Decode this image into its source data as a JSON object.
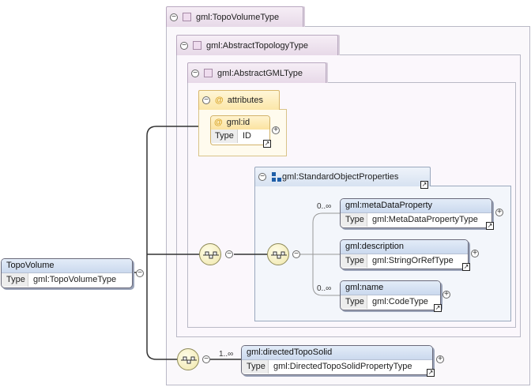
{
  "types": {
    "topo_volume_type": "gml:TopoVolumeType",
    "abstract_topology_type": "gml:AbstractTopologyType",
    "abstract_gml_type": "gml:AbstractGMLType"
  },
  "attributes": {
    "label": "attributes",
    "id_attr": {
      "name": "gml:id",
      "type_key": "Type",
      "type_value": "ID"
    }
  },
  "standard_object_properties": {
    "label": "gml:StandardObjectProperties",
    "elements": [
      {
        "name": "gml:metaDataProperty",
        "type_key": "Type",
        "type_value": "gml:MetaDataPropertyType",
        "cardinality": "0..∞"
      },
      {
        "name": "gml:description",
        "type_key": "Type",
        "type_value": "gml:StringOrRefType",
        "cardinality": ""
      },
      {
        "name": "gml:name",
        "type_key": "Type",
        "type_value": "gml:CodeType",
        "cardinality": "0..∞"
      }
    ]
  },
  "root": {
    "name": "TopoVolume",
    "type_key": "Type",
    "type_value": "gml:TopoVolumeType"
  },
  "directed_topo_solid": {
    "name": "gml:directedTopoSolid",
    "type_key": "Type",
    "type_value": "gml:DirectedTopoSolidPropertyType",
    "cardinality": "1..∞"
  },
  "glyphs": {
    "collapse": "−",
    "expand": "+",
    "link": "↗",
    "at": "@"
  },
  "colors": {
    "element_header": "#cbd9ee",
    "attribute_header": "#fbe3a0",
    "type_tab": "#e7d9e8",
    "group_tab": "#d7e2f1"
  }
}
